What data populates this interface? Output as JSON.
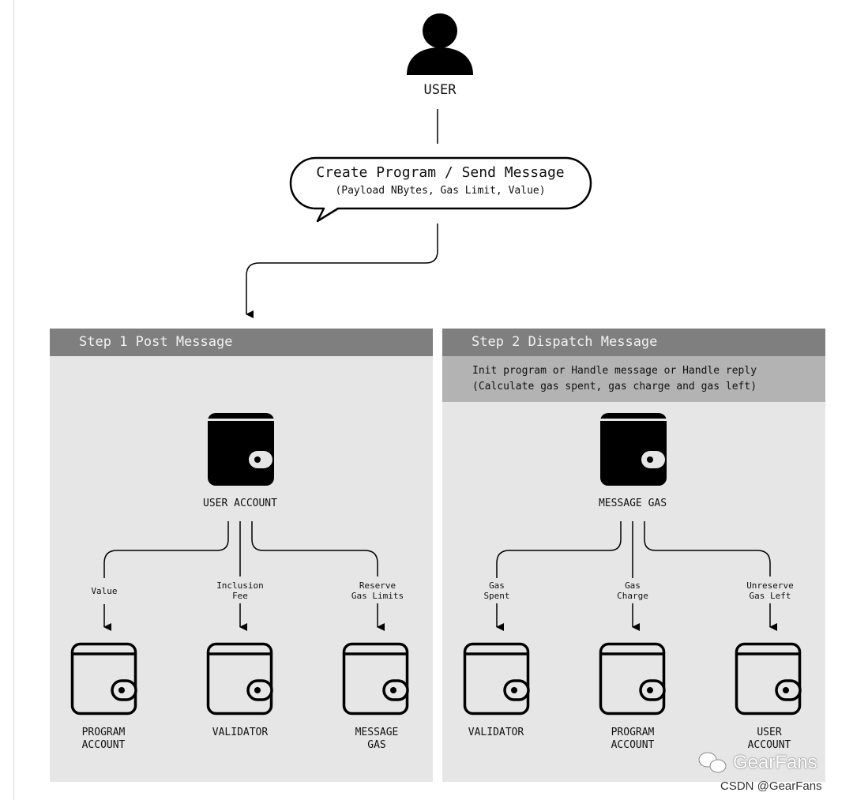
{
  "user": {
    "label": "USER"
  },
  "bubble": {
    "title": "Create Program / Send Message",
    "subtitle": "(Payload NBytes, Gas Limit, Value)"
  },
  "step1": {
    "header": "Step 1 Post Message",
    "source": "USER ACCOUNT",
    "branches": [
      {
        "edge": "Value",
        "target": "PROGRAM\nACCOUNT"
      },
      {
        "edge": "Inclusion\nFee",
        "target": "VALIDATOR"
      },
      {
        "edge": "Reserve\nGas Limits",
        "target": "MESSAGE\nGAS"
      }
    ]
  },
  "step2": {
    "header": "Step 2 Dispatch Message",
    "subheader": "Init program or Handle message or Handle reply\n(Calculate gas spent, gas charge and gas left)",
    "source": "MESSAGE GAS",
    "branches": [
      {
        "edge": "Gas\nSpent",
        "target": "VALIDATOR"
      },
      {
        "edge": "Gas\nCharge",
        "target": "PROGRAM\nACCOUNT"
      },
      {
        "edge": "Unreserve\nGas Left",
        "target": "USER\nACCOUNT"
      }
    ]
  },
  "watermark": {
    "brand": "GearFans",
    "credit": "CSDN @GearFans"
  },
  "icons": {
    "user": "user-icon",
    "filled_wallet": "wallet-filled-icon",
    "outline_wallet": "wallet-outline-icon",
    "wechat": "wechat-icon"
  }
}
